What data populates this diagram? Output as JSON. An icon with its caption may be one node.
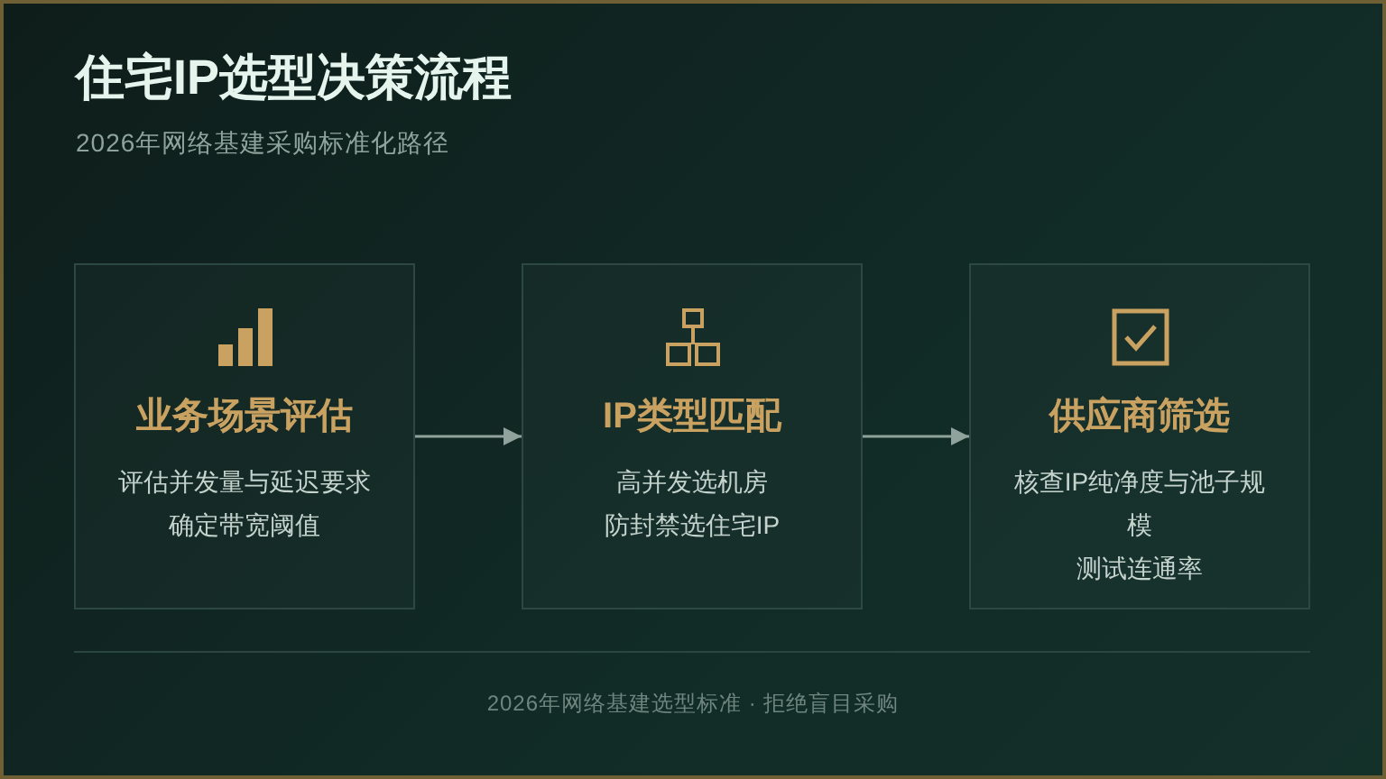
{
  "diagram": {
    "title": "住宅IP选型决策流程",
    "nodes": [
      {
        "text": [
          "业务场景评估",
          "评估并发量与延迟要求",
          "确定带宽阈值"
        ]
      },
      {
        "text": [
          "IP类型匹配",
          "高并发选机房",
          "防封禁选住宅IP"
        ]
      },
      {
        "text": [
          "供应商筛选",
          "核查IP纯净度与池子规模",
          "测试连通率"
        ]
      }
    ],
    "edges": [
      {
        "from": 0,
        "to": 1,
        "arrow": "to"
      },
      {
        "from": 1,
        "to": 2,
        "arrow": "to"
      }
    ],
    "labels": [
      "2026年网络基建采购标准化路径",
      "2026年网络基建选型标准 · 拒绝盲目采购"
    ]
  }
}
